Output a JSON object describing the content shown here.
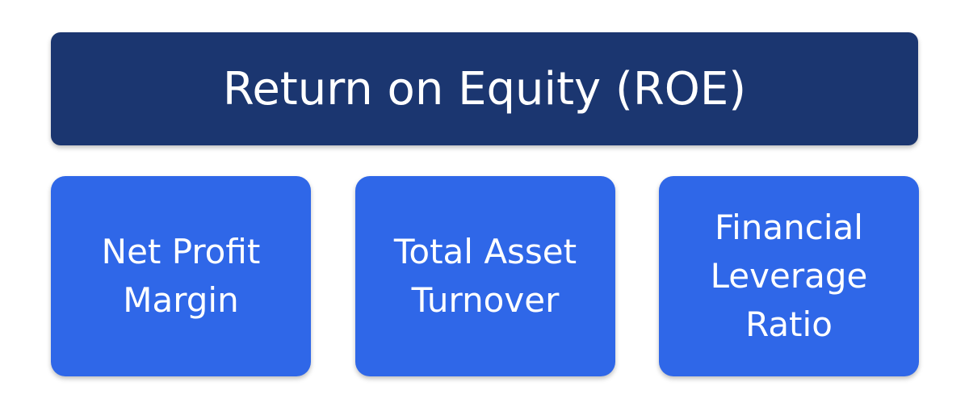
{
  "colors": {
    "top_box": "#1b3670",
    "child_box": "#2f67e8"
  },
  "root": {
    "label": "Return on Equity (ROE)"
  },
  "components": [
    {
      "label": "Net Profit\nMargin"
    },
    {
      "label": "Total Asset\nTurnover"
    },
    {
      "label": "Financial\nLeverage\nRatio"
    }
  ]
}
